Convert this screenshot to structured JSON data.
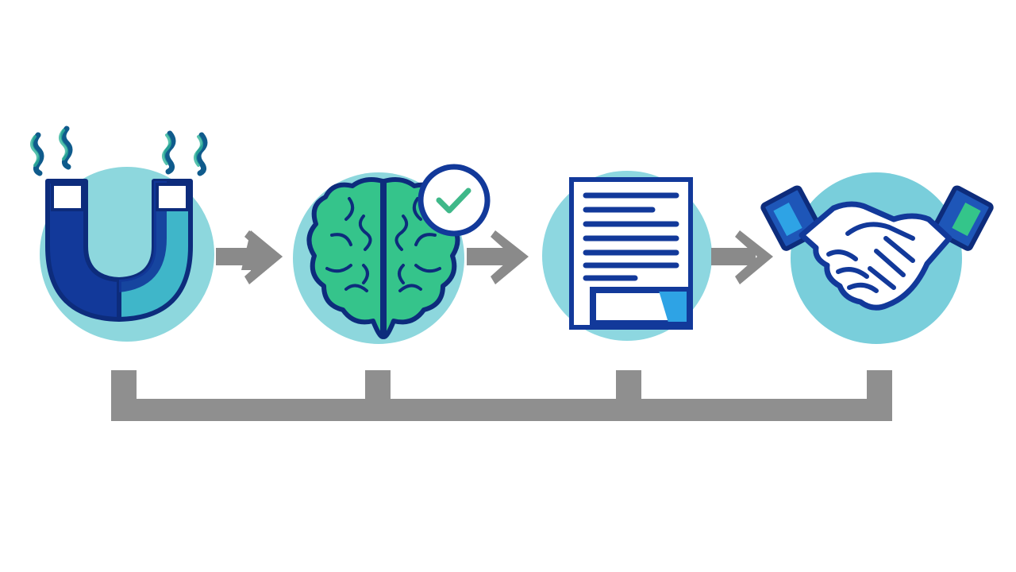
{
  "diagram": {
    "kind": "process-flow",
    "steps": [
      {
        "id": "attract",
        "icon": "magnet-icon"
      },
      {
        "id": "decide",
        "icon": "brain-check-icon"
      },
      {
        "id": "document",
        "icon": "document-icon"
      },
      {
        "id": "agreement",
        "icon": "handshake-icon"
      }
    ],
    "connectors": [
      "arrow-right-icon",
      "arrow-right-icon",
      "arrow-right-icon"
    ],
    "timeline": {
      "bracket": "bottom-bracket",
      "ticks": 4
    }
  },
  "colors": {
    "background": "#ffffff",
    "circle": "#79cedb",
    "circle_light": "#8dd7e0",
    "navy": "#12399a",
    "teal": "#3ab8c9",
    "green": "#3fb889",
    "green_light": "#34c58a",
    "arrow": "#8a8a8a",
    "bracket": "#8f8f8f",
    "paper": "#ffffff",
    "accent_blue": "#2ea3e5"
  }
}
